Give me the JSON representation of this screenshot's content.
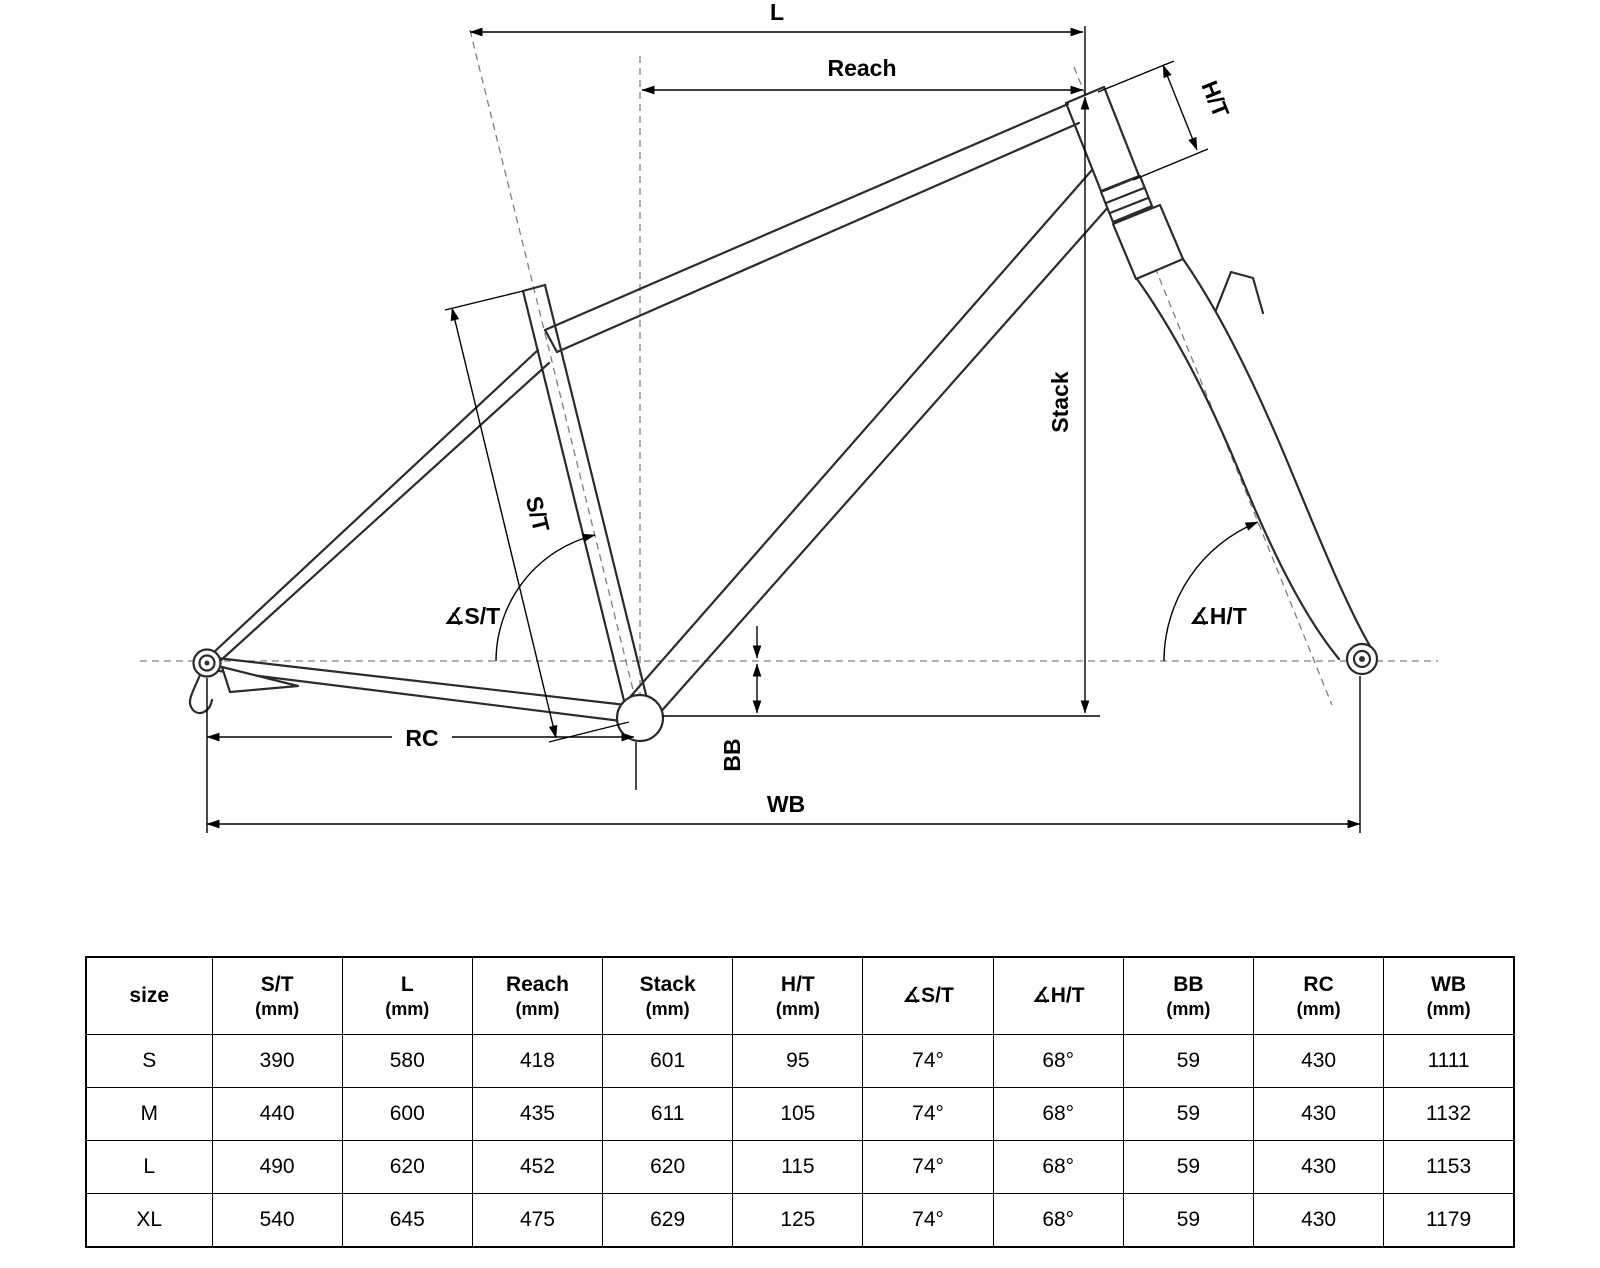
{
  "diagram": {
    "labels": {
      "l": "L",
      "reach": "Reach",
      "ht": "H/T",
      "stack": "Stack",
      "st": "S/T",
      "angle_st": "∡S/T",
      "angle_ht": "∡H/T",
      "rc": "RC",
      "bb": "BB",
      "wb": "WB"
    }
  },
  "table": {
    "headers": [
      {
        "label": "size",
        "unit": ""
      },
      {
        "label": "S/T",
        "unit": "(mm)"
      },
      {
        "label": "L",
        "unit": "(mm)"
      },
      {
        "label": "Reach",
        "unit": "(mm)"
      },
      {
        "label": "Stack",
        "unit": "(mm)"
      },
      {
        "label": "H/T",
        "unit": "(mm)"
      },
      {
        "label": "∡S/T",
        "unit": ""
      },
      {
        "label": "∡H/T",
        "unit": ""
      },
      {
        "label": "BB",
        "unit": "(mm)"
      },
      {
        "label": "RC",
        "unit": "(mm)"
      },
      {
        "label": "WB",
        "unit": "(mm)"
      }
    ],
    "rows": [
      {
        "size": "S",
        "values": [
          "390",
          "580",
          "418",
          "601",
          "95",
          "74°",
          "68°",
          "59",
          "430",
          "1111"
        ]
      },
      {
        "size": "M",
        "values": [
          "440",
          "600",
          "435",
          "611",
          "105",
          "74°",
          "68°",
          "59",
          "430",
          "1132"
        ]
      },
      {
        "size": "L",
        "values": [
          "490",
          "620",
          "452",
          "620",
          "115",
          "74°",
          "68°",
          "59",
          "430",
          "1153"
        ]
      },
      {
        "size": "XL",
        "values": [
          "540",
          "645",
          "475",
          "629",
          "125",
          "74°",
          "68°",
          "59",
          "430",
          "1179"
        ]
      }
    ]
  }
}
